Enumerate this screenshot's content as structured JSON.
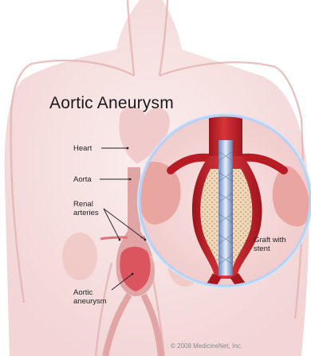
{
  "title": "Aortic Aneurysm",
  "labels": {
    "heart": "Heart",
    "aorta": "Aorta",
    "renal_line1": "Renal",
    "renal_line2": "arteries",
    "aneurysm_line1": "Aortic",
    "aneurysm_line2": "aneurysm",
    "graft_line1": "Graft with",
    "graft_line2": "stent"
  },
  "copyright": "© 2008 MedicineNet, Inc.",
  "colors": {
    "body_tint": "#f6dede",
    "vessel": "#e0a9a9",
    "artery": "#c8242e",
    "artery_dark": "#8f1219",
    "kidney": "#e8a8a0",
    "lens_ring": "#a9c8f0",
    "arrow": "#7fb2ef",
    "stent": "#4a6ca8"
  }
}
